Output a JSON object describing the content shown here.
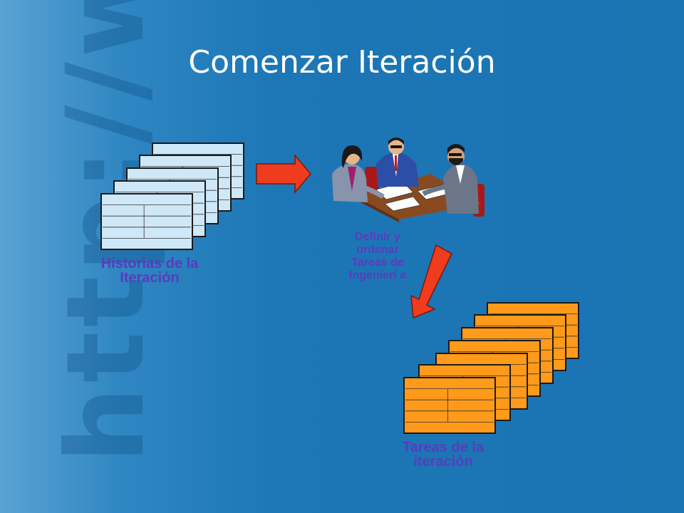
{
  "slide": {
    "title": "Comenzar Iteración",
    "watermark": "http://www",
    "labels": {
      "historias": "Historias de la Iteración",
      "definir": "Definir y ordenar Tareas de Ingenierí a",
      "tareas": "Tareas de la iteración"
    }
  },
  "colors": {
    "background": "#1a73b2",
    "title_text": "#ffffff",
    "label_text": "#5b3bbf",
    "story_card": "#cfe8f8",
    "task_card": "#ff9a1a",
    "arrow": "#ef3b1e"
  },
  "icons": {
    "meeting": "business-meeting-clipart",
    "arrow_right": "red-arrow-right",
    "arrow_down": "red-arrow-down-left"
  }
}
